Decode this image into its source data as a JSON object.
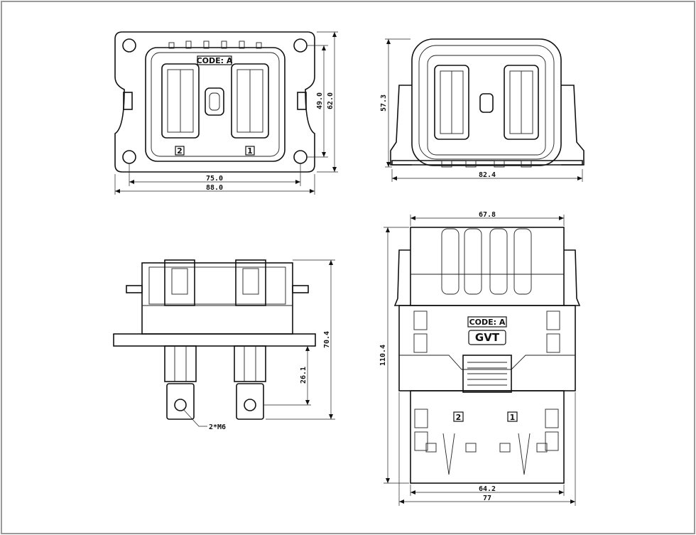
{
  "views": {
    "front": {
      "dims": {
        "inner_width": "75.0",
        "outer_width": "88.0",
        "inner_height": "49.0",
        "outer_height": "62.0"
      },
      "code_label": "CODE: A",
      "pin_labels": [
        "2",
        "1"
      ]
    },
    "rear": {
      "dims": {
        "height": "57.3",
        "width": "82.4"
      }
    },
    "side": {
      "dims": {
        "height": "70.4",
        "terminal_length": "26.1"
      },
      "bolt_callout": "2*M6"
    },
    "top": {
      "dims": {
        "top_width": "67.8",
        "length": "110.4",
        "bottom_inner_width": "64.2",
        "bottom_outer_width": "77"
      },
      "code_label": "CODE: A",
      "brand": "GVT",
      "pin_labels": [
        "2",
        "1"
      ]
    }
  },
  "colors": {
    "line": "#111111",
    "frame": "#9a9a9a",
    "background": "#ffffff"
  }
}
